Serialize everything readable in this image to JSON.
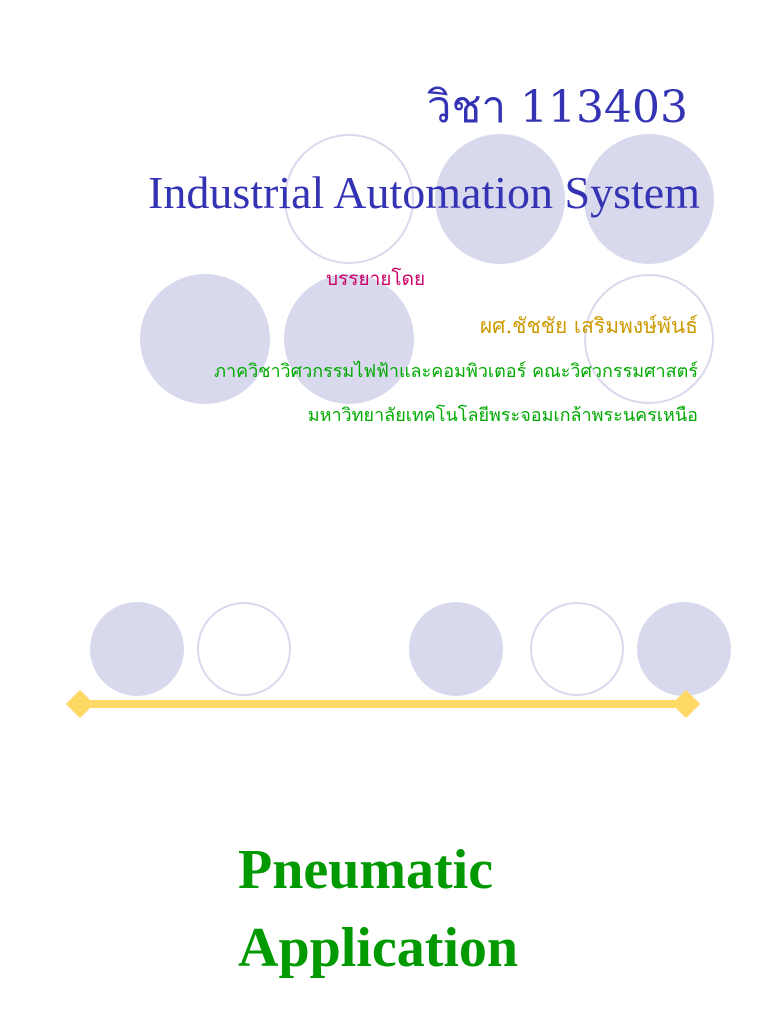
{
  "header": {
    "course_code": "วิชา 113403",
    "course_title": "Industrial Automation System"
  },
  "presenter": {
    "label": "บรรยายโดย",
    "name": "ผศ.ชัชชัย เสริมพงษ์พันธ์",
    "department": "ภาควิชาวิศวกรรมไฟฟ้าและคอมพิวเตอร์ คณะวิศวกรรมศาสตร์",
    "university": "มหาวิทยาลัยเทคโนโลยีพระจอมเกล้าพระนครเหนือ"
  },
  "topic": {
    "line1": "Pneumatic",
    "line2": "Application"
  },
  "colors": {
    "circle_fill": "#d9d9ee",
    "title_blue": "#3333b3",
    "label_magenta": "#cc0066",
    "name_gold": "#cc9900",
    "affiliation_green": "#00aa00",
    "topic_green": "#009900",
    "rule_yellow": "#ffd966"
  }
}
